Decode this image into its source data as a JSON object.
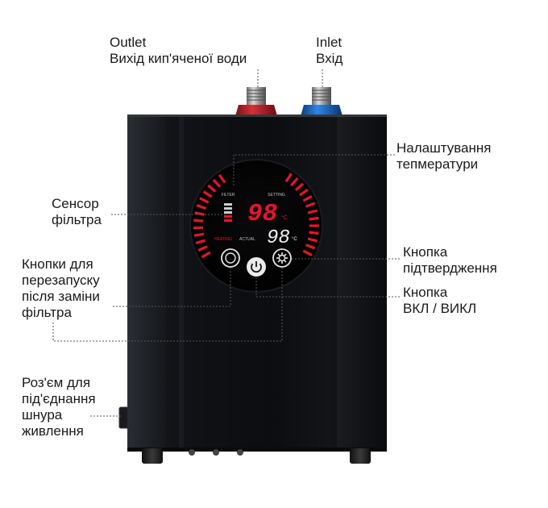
{
  "labels": {
    "outlet": {
      "line1": "Outlet",
      "line2": "Вихід кип'яченої води"
    },
    "inlet": {
      "line1": "Inlet",
      "line2": "Вхід"
    },
    "temperature_setting": {
      "line1": "Налаштування",
      "line2": "тепмератури"
    },
    "filter_sensor": {
      "line1": "Сенсор",
      "line2": "фільтра"
    },
    "confirm_button": {
      "line1": "Кнопка",
      "line2": "підтвердження"
    },
    "filter_reset_buttons": {
      "line1": "Кнопки для",
      "line2": "перезапуску",
      "line3": "після заміни",
      "line4": "фільтра"
    },
    "power_button": {
      "line1": "Кнопка",
      "line2": "ВКЛ / ВИКЛ"
    },
    "power_connector": {
      "line1": "Роз'єм для",
      "line2": "під'єднання",
      "line3": "шнура",
      "line4": "живлення"
    }
  },
  "display": {
    "filter_label": "FILTER",
    "setting_label": "SETTING",
    "actual_label": "ACTUAL",
    "heating_label": "HEATING",
    "setting_value": "98",
    "actual_value": "98",
    "unit": "°C"
  },
  "colors": {
    "body": "#111317",
    "display_red": "#e8142a",
    "pipe_red": "#c8252c",
    "pipe_blue": "#1f6fd1",
    "leader_line": "#666666"
  }
}
